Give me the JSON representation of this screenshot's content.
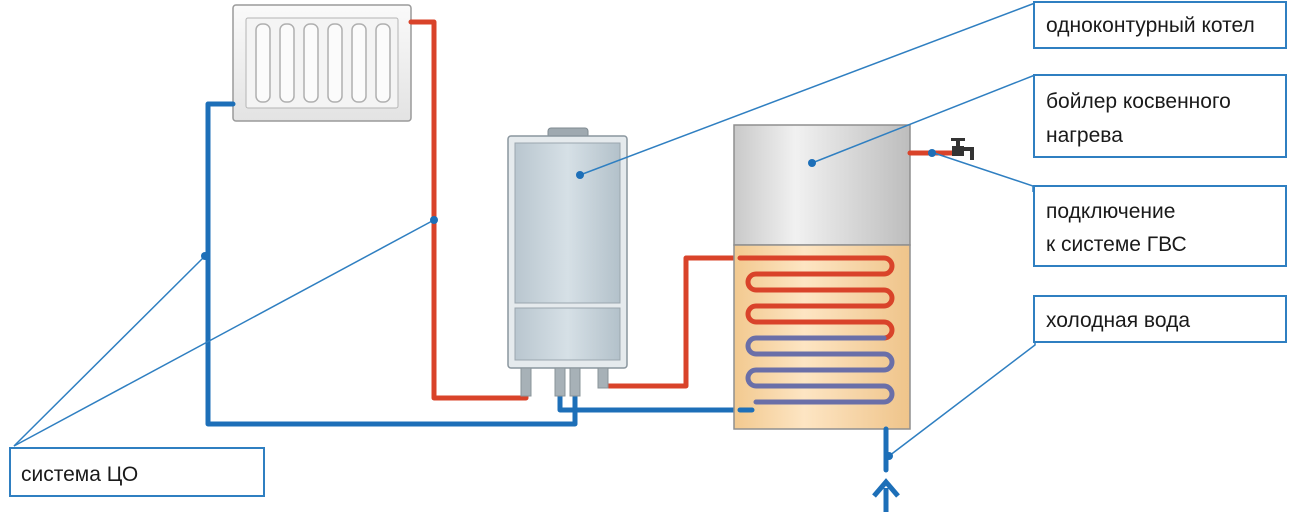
{
  "labels": {
    "boiler": "одноконтурный котел",
    "indirect_line1": "бойлер косвенного",
    "indirect_line2": "нагрева",
    "dhw_line1": "подключение",
    "dhw_line2": "к системе ГВС",
    "cold_water": "холодная вода",
    "heating_system": "система ЦО"
  },
  "colors": {
    "hot_pipe": "#d9432a",
    "cold_pipe": "#1d6fb8",
    "callout_border": "#2f7fc1",
    "tank_top": "#dcdcdc",
    "tank_bottom": "#f7d7a8",
    "boiler_body": "#c4cfd6"
  },
  "icons": {
    "faucet": "faucet-icon",
    "arrow": "arrow-up-icon"
  }
}
